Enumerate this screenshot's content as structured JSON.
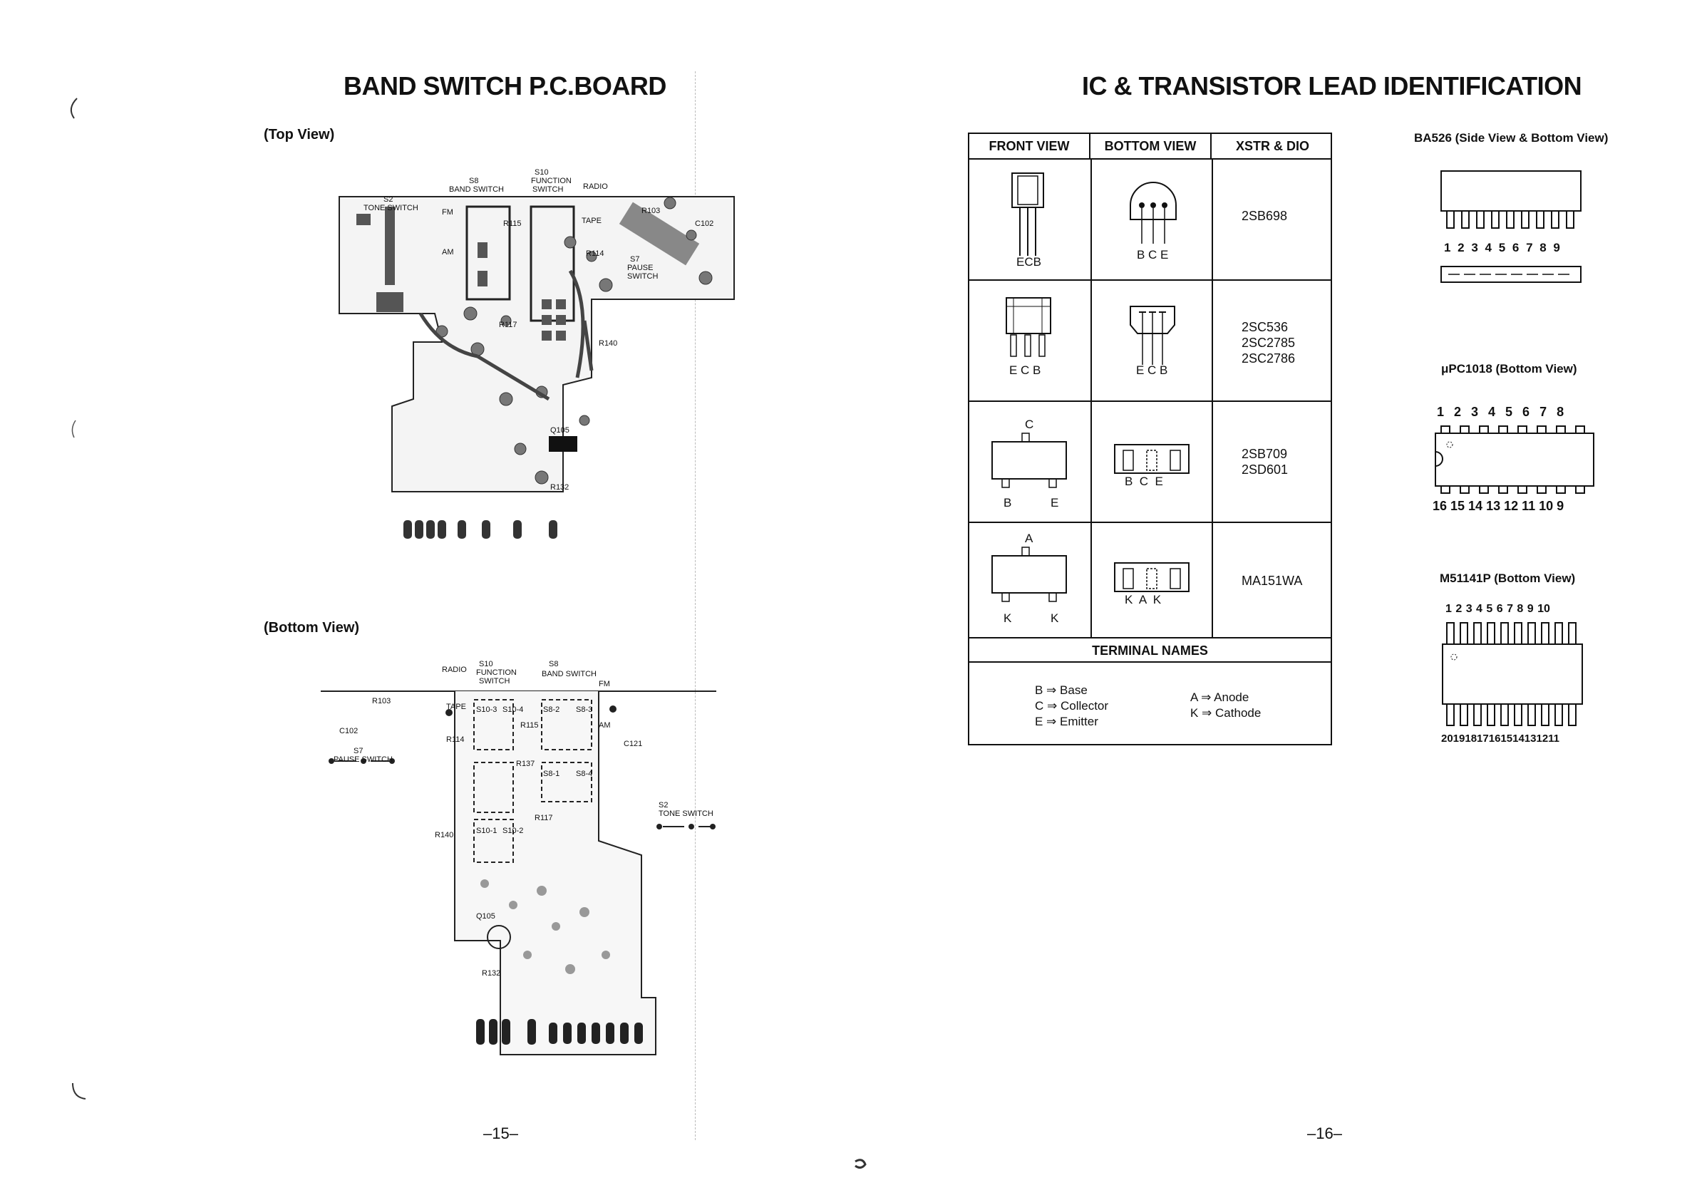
{
  "left_page": {
    "title": "BAND SWITCH P.C.BOARD",
    "top_view": {
      "heading": "(Top View)",
      "labels": {
        "s8": "S8",
        "s8_name": "BAND SWITCH",
        "s10": "S10",
        "s10_name1": "FUNCTION",
        "s10_name2": "SWITCH",
        "radio": "RADIO",
        "tape": "TAPE",
        "s2": "S2",
        "tone": "TONE SWITCH",
        "fm": "FM",
        "am": "AM",
        "r115": "R115",
        "r114": "R114",
        "r103": "R103",
        "c102": "C102",
        "s7": "S7",
        "pause": "PAUSE",
        "switch": "SWITCH",
        "r117": "R117",
        "r140": "R140",
        "q105": "Q105",
        "r132": "R132"
      }
    },
    "bottom_view": {
      "heading": "(Bottom View)",
      "labels": {
        "radio": "RADIO",
        "s10": "S10",
        "s10_name1": "FUNCTION",
        "s10_name2": "SWITCH",
        "s8": "S8",
        "s8_name": "BAND SWITCH",
        "fm": "FM",
        "r103": "R103",
        "tape": "TAPE",
        "c102": "C102",
        "r114": "R114",
        "s7": "S7",
        "pause": "PAUSE SWITCH",
        "am": "AM",
        "c121": "C121",
        "s2": "S2",
        "tone": "TONE SWITCH",
        "r117": "R117",
        "r140": "R140",
        "r137": "R137",
        "r115": "R115",
        "s10_1": "S10-1",
        "s10_2": "S10-2",
        "s10_3": "S10-3",
        "s10_4": "S10-4",
        "s8_1": "S8-1",
        "s8_2": "S8-2",
        "s8_3": "S8-3",
        "s8_4": "S8-4",
        "q105": "Q105",
        "r132": "R132"
      }
    },
    "page_number": "–15–"
  },
  "right_page": {
    "title": "IC & TRANSISTOR LEAD IDENTIFICATION",
    "table": {
      "headers": [
        "FRONT VIEW",
        "BOTTOM VIEW",
        "XSTR & DIO"
      ],
      "rows": [
        {
          "front": "ECB",
          "bottom": "B C E",
          "parts": [
            "2SB698"
          ]
        },
        {
          "front": "E C B",
          "bottom": "E C B",
          "parts": [
            "2SC536",
            "2SC2785",
            "2SC2786"
          ]
        },
        {
          "front_top": "C",
          "front_left": "B",
          "front_right": "E",
          "bottom": "B  C  E",
          "parts": [
            "2SB709",
            "2SD601"
          ]
        },
        {
          "front_top": "A",
          "front_left": "K",
          "front_right": "K",
          "bottom": "K  A  K",
          "parts": [
            "MA151WA"
          ]
        }
      ],
      "terminal_names_title": "TERMINAL NAMES",
      "terminals": [
        "B ⇒ Base",
        "C ⇒ Collector",
        "E ⇒ Emitter",
        "A ⇒ Anode",
        "K ⇒ Cathode"
      ]
    },
    "ics": [
      {
        "title": "BA526 (Side View & Bottom View)",
        "pins_top": "1 2 3 4 5 6 7 8 9"
      },
      {
        "title": "μPC1018 (Bottom View)",
        "pins_top": "1 2 3 4 5 6 7 8",
        "pins_bottom": "16 15 14 13 12 11 10 9"
      },
      {
        "title": "M51141P (Bottom View)",
        "pins_top": "1 2 3 4 5 6 7 8 9 10",
        "pins_bottom": "20191817161514131211"
      }
    ],
    "page_number": "–16–"
  }
}
